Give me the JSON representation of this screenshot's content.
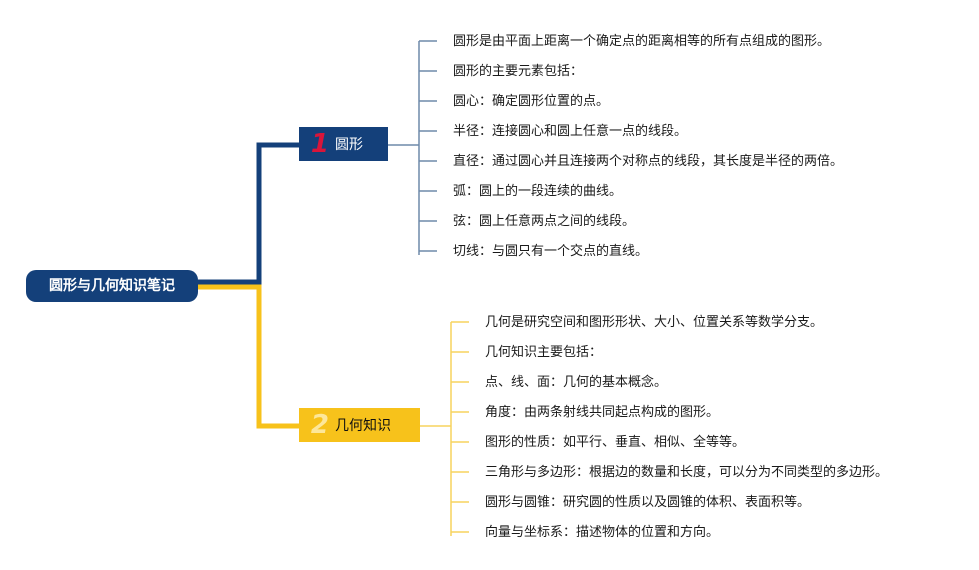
{
  "root": {
    "label": "圆形与几何知识笔记"
  },
  "branches": [
    {
      "number": "1",
      "label": "圆形",
      "color": "#14407a",
      "items": [
        "圆形是由平面上距离一个确定点的距离相等的所有点组成的图形。",
        "圆形的主要元素包括：",
        "圆心：确定圆形位置的点。",
        "半径：连接圆心和圆上任意一点的线段。",
        "直径：通过圆心并且连接两个对称点的线段，其长度是半径的两倍。",
        "弧：圆上的一段连续的曲线。",
        "弦：圆上任意两点之间的线段。",
        "切线：与圆只有一个交点的直线。"
      ]
    },
    {
      "number": "2",
      "label": "几何知识",
      "color": "#f7c21b",
      "items": [
        "几何是研究空间和图形形状、大小、位置关系等数学分支。",
        "几何知识主要包括：",
        "点、线、面：几何的基本概念。",
        "角度：由两条射线共同起点构成的图形。",
        "图形的性质：如平行、垂直、相似、全等等。",
        "三角形与多边形：根据边的数量和长度，可以分为不同类型的多边形。",
        "圆形与圆锥：研究圆的性质以及圆锥的体积、表面积等。",
        "向量与坐标系：描述物体的位置和方向。"
      ]
    }
  ]
}
